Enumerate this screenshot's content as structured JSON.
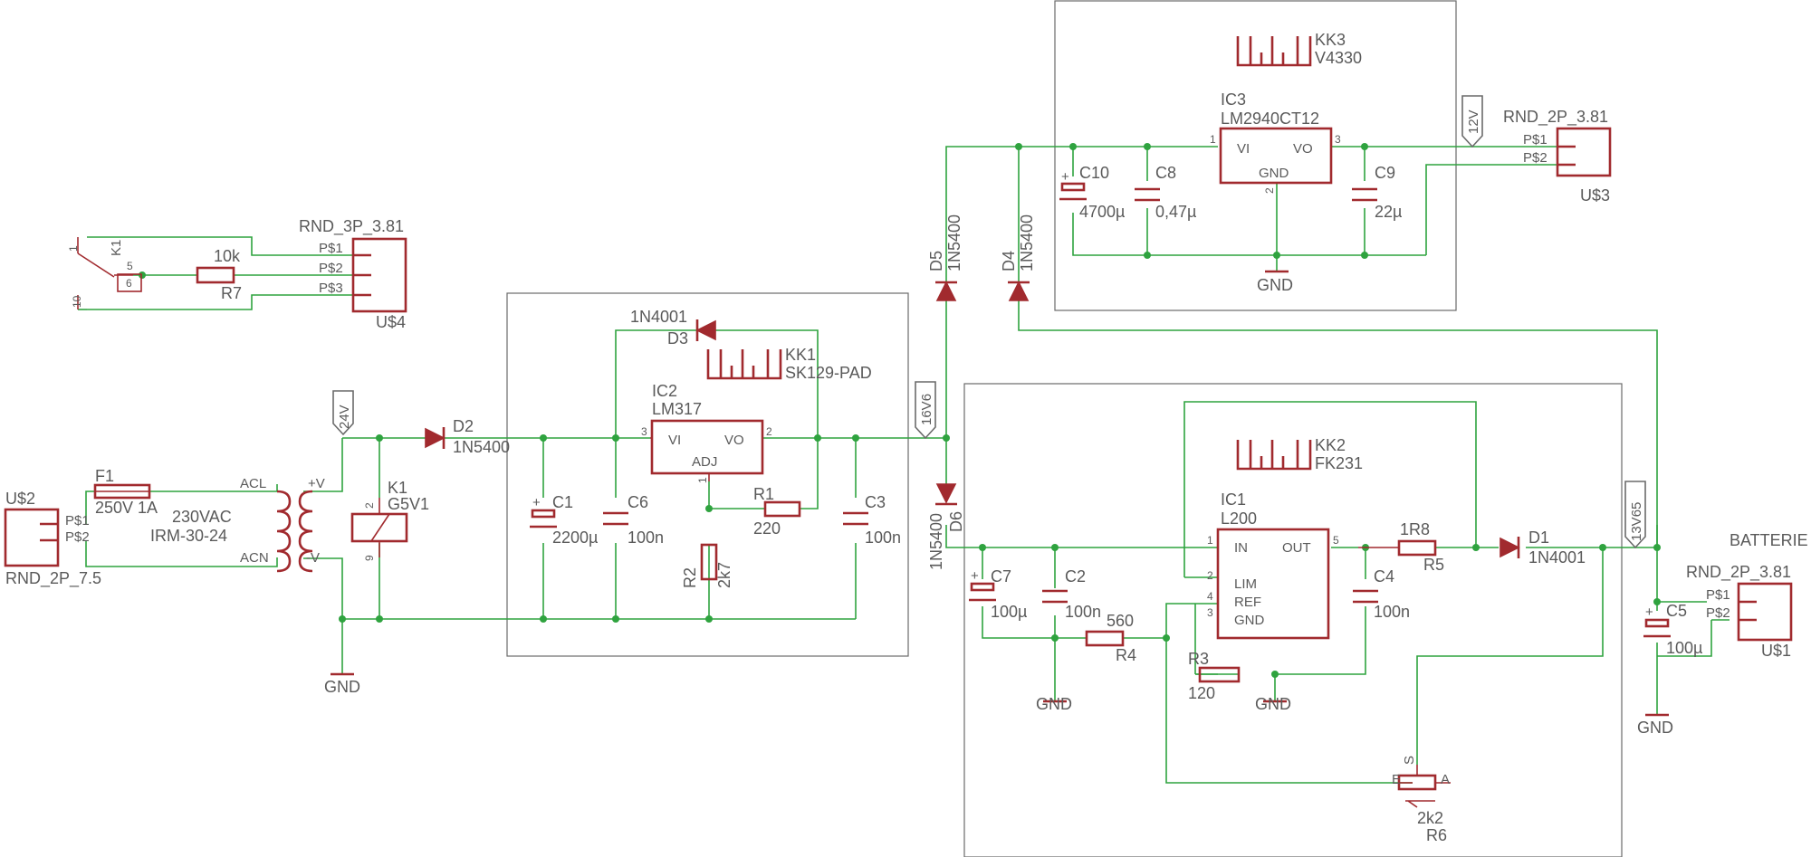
{
  "modules": {
    "u4": {
      "type": "RND_3P_3.81",
      "name": "U$4",
      "p1": "P$1",
      "p2": "P$2",
      "p3": "P$3"
    },
    "k1_contact": {
      "name": "K1",
      "pin1": "1",
      "pin5": "5",
      "pin6": "6",
      "pin10": "10"
    },
    "r7": {
      "name": "R7",
      "value": "10k"
    },
    "u2": {
      "name": "U$2",
      "type": "RND_2P_7.5",
      "p1": "P$1",
      "p2": "P$2"
    },
    "f1": {
      "name": "F1",
      "value": "250V 1A"
    },
    "psu": {
      "value": "230VAC",
      "type": "IRM-30-24",
      "acl": "ACL",
      "acn": "ACN",
      "pv": "+V",
      "mv": "-V"
    },
    "k1_coil": {
      "name": "K1",
      "type": "G5V1",
      "pin2": "2",
      "pin9": "9"
    },
    "net24": {
      "label": "24V"
    },
    "gnd": {
      "label": "GND"
    },
    "d2": {
      "name": "D2",
      "value": "1N5400"
    },
    "c1": {
      "name": "C1",
      "value": "2200µ"
    },
    "c6": {
      "name": "C6",
      "value": "100n"
    },
    "d3": {
      "name": "D3",
      "value": "1N4001"
    },
    "kk1": {
      "name": "KK1",
      "value": "SK129-PAD"
    },
    "ic2": {
      "name": "IC2",
      "type": "LM317",
      "vi": "VI",
      "vo": "VO",
      "adj": "ADJ",
      "pin3": "3",
      "pin2": "2",
      "pin1": "1"
    },
    "r1": {
      "name": "R1",
      "value": "220"
    },
    "r2": {
      "name": "R2",
      "value": "2k7"
    },
    "c3": {
      "name": "C3",
      "value": "100n"
    },
    "net16": {
      "label": "16V6"
    },
    "d5": {
      "name": "D5",
      "value": "1N5400"
    },
    "d4": {
      "name": "D4",
      "value": "1N5400"
    },
    "d6": {
      "name": "D6",
      "value": "1N5400"
    },
    "kk3": {
      "name": "KK3",
      "value": "V4330"
    },
    "ic3": {
      "name": "IC3",
      "type": "LM2940CT12",
      "vi": "VI",
      "vo": "VO",
      "gnd": "GND",
      "pin1": "1",
      "pin3": "3",
      "pin2": "2"
    },
    "c10": {
      "name": "C10",
      "value": "4700µ"
    },
    "c8": {
      "name": "C8",
      "value": "0,47µ"
    },
    "c9": {
      "name": "C9",
      "value": "22µ"
    },
    "net12": {
      "label": "12V"
    },
    "u3": {
      "name": "U$3",
      "type": "RND_2P_3.81",
      "p1": "P$1",
      "p2": "P$2"
    },
    "kk2": {
      "name": "KK2",
      "value": "FK231"
    },
    "ic1": {
      "name": "IC1",
      "type": "L200",
      "in": "IN",
      "out": "OUT",
      "lim": "LIM",
      "ref": "REF",
      "gnd": "GND",
      "pin1": "1",
      "pin5": "5",
      "pin2": "2",
      "pin4": "4",
      "pin3": "3"
    },
    "c7": {
      "name": "C7",
      "value": "100µ"
    },
    "c2": {
      "name": "C2",
      "value": "100n"
    },
    "r4": {
      "name": "R4",
      "value": "560"
    },
    "r3": {
      "name": "R3",
      "value": "120"
    },
    "c4": {
      "name": "C4",
      "value": "100n"
    },
    "r5": {
      "name": "R5",
      "value": "1R8"
    },
    "d1": {
      "name": "D1",
      "value": "1N4001"
    },
    "net13": {
      "label": "13V65"
    },
    "r6": {
      "name": "R6",
      "value": "2k2",
      "e": "E",
      "s": "S",
      "a": "A"
    },
    "batterie": {
      "label": "BATTERIE"
    },
    "u1": {
      "name": "U$1",
      "type": "RND_2P_3.81",
      "p1": "P$1",
      "p2": "P$2"
    },
    "c5": {
      "name": "C5",
      "value": "100µ"
    }
  }
}
